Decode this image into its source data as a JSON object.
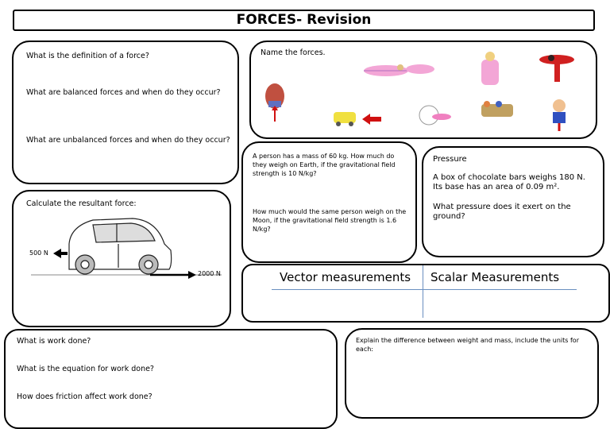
{
  "title": "FORCES- Revision",
  "definitions": {
    "q1": "What is the definition of a force?",
    "q2": "What are balanced forces and when do they occur?",
    "q3": "What are unbalanced forces and when do they occur?"
  },
  "name_forces": {
    "label": "Name the forces."
  },
  "resultant": {
    "label": "Calculate the resultant force:",
    "left_force": "500 N",
    "right_force": "2000 N"
  },
  "weight": {
    "q1": "A person has a mass of 60 kg. How much do they weigh on Earth, if the gravitational field strength is 10 N/kg?",
    "q2": "How much would the same person weigh on the Moon, if the gravitational field strength is 1.6 N/kg?"
  },
  "pressure": {
    "heading": "Pressure",
    "line1": "A box of chocolate bars weighs 180 N. Its base has an area of 0.09 m².",
    "line2": "What pressure does it exert on the ground?"
  },
  "table": {
    "vector": "Vector measurements",
    "scalar": "Scalar Measurements"
  },
  "work": {
    "q1": "What is work done?",
    "q2": "What is the equation for work done?",
    "q3": "How does friction affect work done?"
  },
  "weight_mass": {
    "q": "Explain the difference between weight and mass, include the units for each:"
  }
}
